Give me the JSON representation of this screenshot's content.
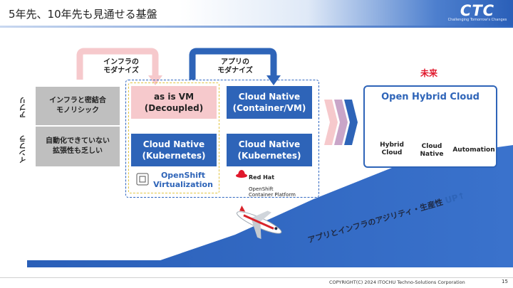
{
  "header": {
    "title": "5年先、10年先も見通せる基盤",
    "logo_text": "CTC",
    "logo_tagline": "Challenging Tomorrow's Changes"
  },
  "arrows": {
    "infra_modernize": "インフラの\nモダナイズ",
    "app_modernize": "アプリの\nモダナイズ"
  },
  "rows": {
    "app": "アプリ",
    "infra": "インフラ"
  },
  "current_state": {
    "app": "インフラと密結合\nモノリシック",
    "infra": "自動化できていない\n拡張性も乏しい"
  },
  "tiles": {
    "as_is_vm": "as is VM\n(Decoupled)",
    "cn_container_vm": "Cloud Native\n(Container/VM)",
    "cn_kubernetes_1": "Cloud Native\n(Kubernetes)",
    "cn_kubernetes_2": "Cloud Native\n(Kubernetes)"
  },
  "openshift_virt": "OpenShift\nVirtualization",
  "redhat": {
    "brand": "Red Hat",
    "product": "OpenShift\nContainer Platform"
  },
  "future": {
    "label": "未来",
    "title": "Open Hybrid Cloud",
    "items": [
      {
        "label": "Hybrid\nCloud",
        "icon": "cloud-server-icon"
      },
      {
        "label": "Cloud\nNative",
        "icon": "cloud-native-icon"
      },
      {
        "label": "Automation",
        "icon": "automation-gear-icon"
      }
    ]
  },
  "slope_text": {
    "main": "アプリとインフラのアジリティ・生産性 ",
    "up": "UP↑"
  },
  "colors": {
    "brand_blue": "#2e64b8",
    "pink": "#f6c9cc",
    "grey": "#bfbfbf",
    "red": "#e0182c"
  },
  "footer": {
    "copyright": "COPYRIGHT(C) 2024 ITOCHU Techno-Solutions Corporation",
    "page": "15"
  }
}
